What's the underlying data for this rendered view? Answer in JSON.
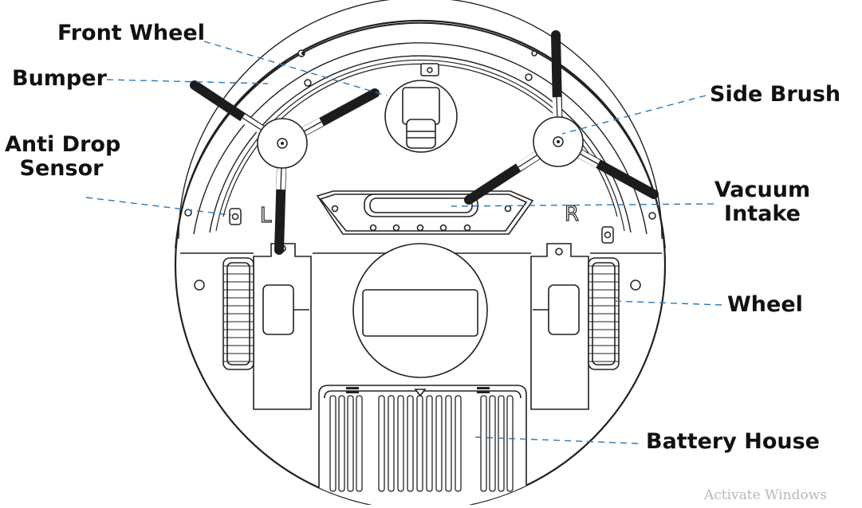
{
  "labels": {
    "front_wheel": "Front Wheel",
    "bumper": "Bumper",
    "anti_drop_line1": "Anti Drop",
    "anti_drop_line2": "Sensor",
    "side_brush": "Side Brush",
    "vacuum_line1": "Vacuum",
    "vacuum_line2": "Intake",
    "wheel": "Wheel",
    "battery_house": "Battery House"
  },
  "marks": {
    "left": "L",
    "right": "R"
  },
  "watermark": "Activate Windows",
  "colors": {
    "line": "#222222",
    "leader": "#2a78b9",
    "brush": "#1c1c1c",
    "watermark": "#b9b9b9"
  }
}
